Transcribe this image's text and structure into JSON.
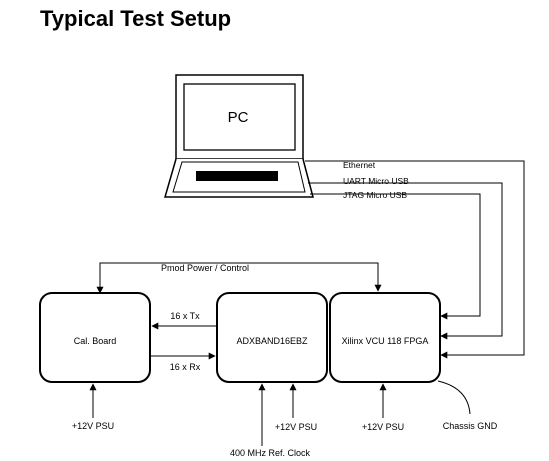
{
  "title": "Typical Test Setup",
  "pc": {
    "label": "PC"
  },
  "links": {
    "ethernet": "Ethernet",
    "uart": "UART Micro USB",
    "jtag": "JTAG Micro USB",
    "pmod": "Pmod Power / Control",
    "tx": "16 x Tx",
    "rx": "16 x Rx"
  },
  "boxes": {
    "cal": "Cal. Board",
    "adx": "ADXBAND16EBZ",
    "fpga": "Xilinx VCU 118 FPGA"
  },
  "inputs": {
    "psu_cal": "+12V PSU",
    "psu_adx": "+12V PSU",
    "psu_fpga": "+12V PSU",
    "ref_clock": "400 MHz Ref. Clock",
    "chassis": "Chassis GND"
  }
}
